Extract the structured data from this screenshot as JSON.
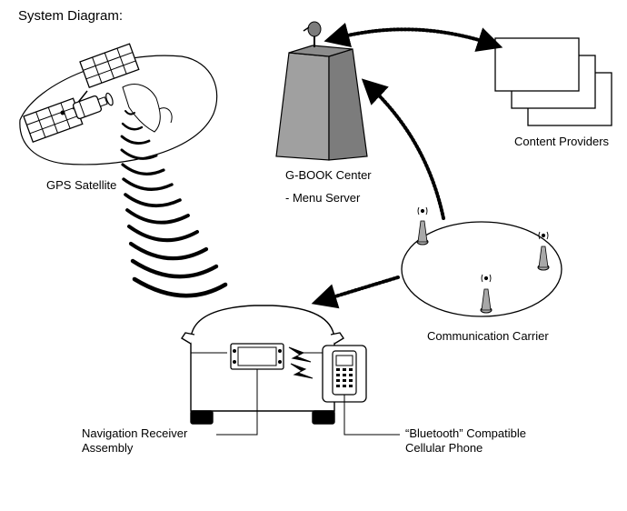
{
  "title": "System Diagram:",
  "labels": {
    "gps": "GPS Satellite",
    "center": "G-BOOK Center",
    "server": "- Menu Server",
    "providers": "Content Providers",
    "carrier": "Communication Carrier",
    "nav_line1": "Navigation Receiver",
    "nav_line2": "Assembly",
    "phone_line1": "“Bluetooth” Compatible",
    "phone_line2": "Cellular Phone"
  },
  "colors": {
    "ink": "#000000",
    "tower": "#9a9a9a",
    "tower_dark": "#7a7a7a",
    "paper": "#ffffff"
  }
}
